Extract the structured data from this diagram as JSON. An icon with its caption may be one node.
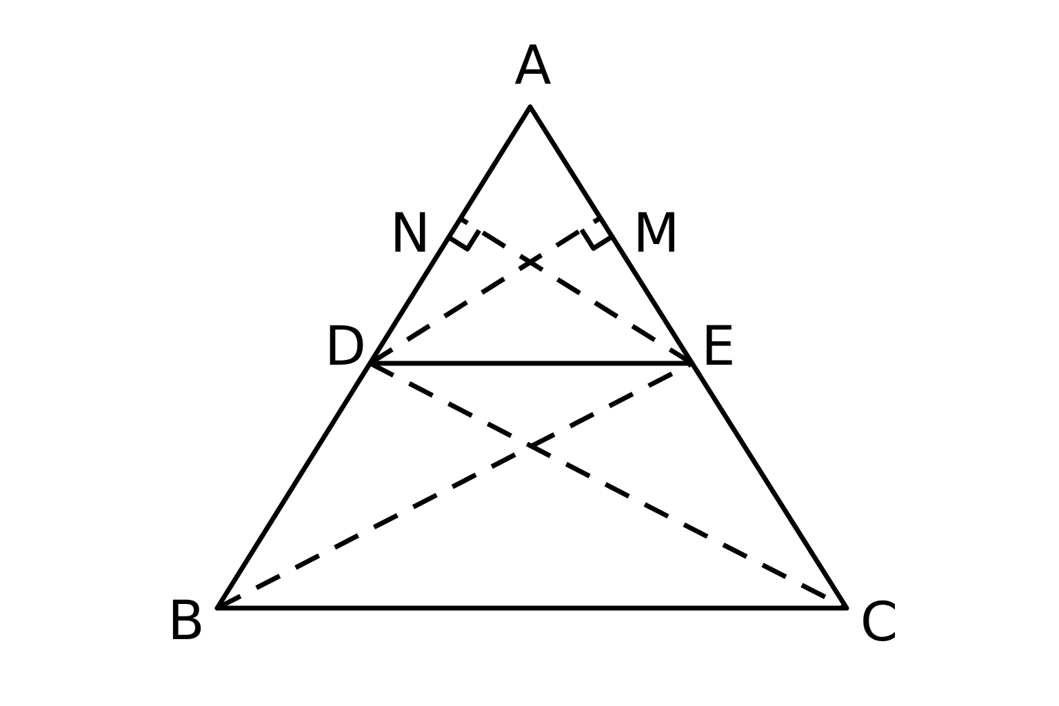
{
  "diagram": {
    "labels": [
      "A",
      "N",
      "M",
      "D",
      "E",
      "B",
      "C"
    ]
  }
}
